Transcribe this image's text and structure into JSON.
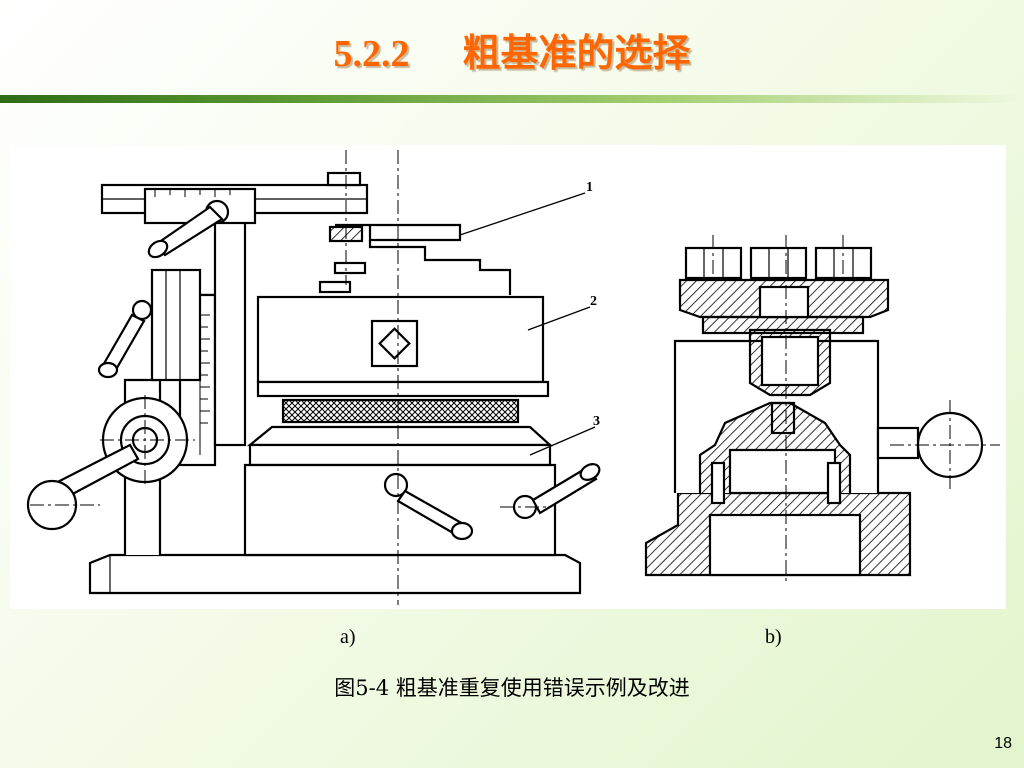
{
  "slide": {
    "section_number": "5.2.2",
    "title": "粗基准的选择",
    "page_number": "18"
  },
  "figure": {
    "label_a": "a)",
    "label_b": "b)",
    "caption": "图5-4  粗基准重复使用错误示例及改进",
    "callouts": [
      "1",
      "2",
      "3"
    ]
  }
}
